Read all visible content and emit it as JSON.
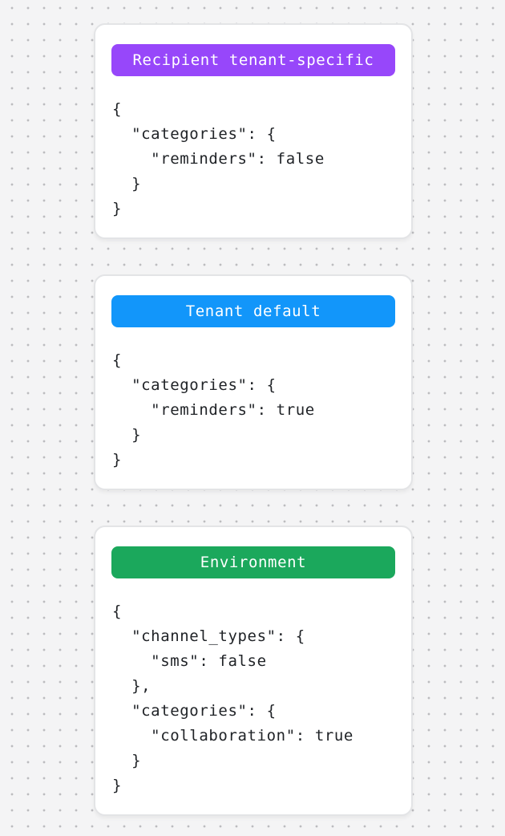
{
  "canvas": {
    "background_color": "#f4f4f5",
    "dot_color": "#bcbcbf"
  },
  "colors": {
    "card_background": "#ffffff",
    "card_border": "#e3e4e6",
    "code_text": "#202327",
    "badge_text": "#ffffff"
  },
  "cards": [
    {
      "label": "Recipient tenant-specific",
      "badge_color": "#9747fa",
      "code": "{\n  \"categories\": {\n    \"reminders\": false\n  }\n}"
    },
    {
      "label": "Tenant default",
      "badge_color": "#1296fa",
      "code": "{\n  \"categories\": {\n    \"reminders\": true\n  }\n}"
    },
    {
      "label": "Environment",
      "badge_color": "#1ba85c",
      "code": "{\n  \"channel_types\": {\n    \"sms\": false\n  },\n  \"categories\": {\n    \"collaboration\": true\n  }\n}"
    }
  ]
}
